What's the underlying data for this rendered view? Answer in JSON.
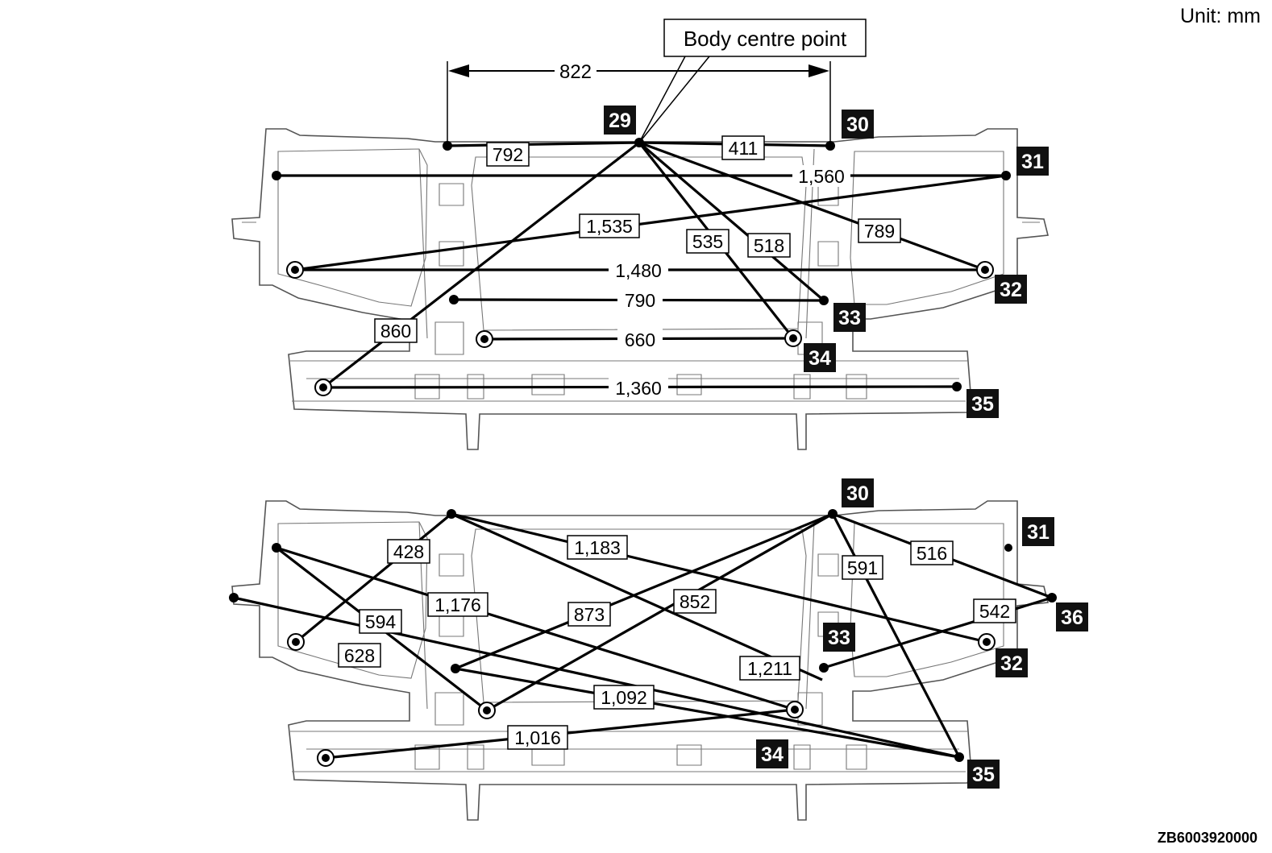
{
  "unit_label": "Unit: mm",
  "figure_code": "ZB6003920000",
  "callout": "Body centre point",
  "top_dimension": "822",
  "top_view": {
    "points": [
      "29",
      "30",
      "31",
      "32",
      "33",
      "34",
      "35"
    ],
    "dimensions": [
      "792",
      "411",
      "1,560",
      "1,535",
      "535",
      "518",
      "789",
      "1,480",
      "790",
      "660",
      "860",
      "1,360"
    ]
  },
  "bottom_view": {
    "points": [
      "30",
      "31",
      "36",
      "33",
      "32",
      "34",
      "35"
    ],
    "dimensions": [
      "428",
      "1,183",
      "591",
      "516",
      "594",
      "1,176",
      "873",
      "852",
      "542",
      "628",
      "1,211",
      "1,092",
      "1,016"
    ]
  }
}
